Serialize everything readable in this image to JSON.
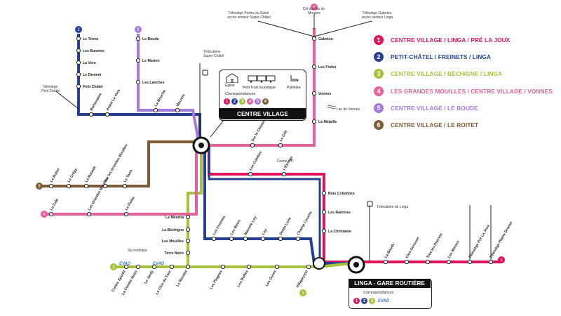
{
  "colors": {
    "line1": "#e2125a",
    "line2": "#243f93",
    "line3": "#a6c23d",
    "line4": "#e85f9c",
    "line5": "#a779e0",
    "line6": "#7e5a35",
    "evad": "#3a7cc3"
  },
  "legend": [
    {
      "num": "1",
      "label": "CENTRE VILLAGE / LINGA / PRÉ LA JOUX",
      "color": "#e2125a"
    },
    {
      "num": "2",
      "label": "PETIT-CHÂTEL / FREINETS / LINGA",
      "color": "#243f93"
    },
    {
      "num": "3",
      "label": "CENTRE VILLAGE / BÉCHIGNE / LINGA",
      "color": "#a6c23d"
    },
    {
      "num": "4",
      "label": "LES GRANDES MOUILLES / CENTRE VILLAGE / VONNES",
      "color": "#e85f9c"
    },
    {
      "num": "5",
      "label": "CENTRE VILLAGE / LE BOUDE",
      "color": "#a779e0"
    },
    {
      "num": "6",
      "label": "CENTRE VILLAGE / LE ROITET",
      "color": "#7e5a35"
    }
  ],
  "hubs": {
    "centre_village": {
      "title": "CENTRE VILLAGE",
      "correspondances": "Correspondances",
      "eglise": "Église",
      "petit_train": "Petit Train touristique",
      "patinoire": "Patinoire",
      "lines": [
        "1",
        "2",
        "3",
        "4",
        "5",
        "6"
      ]
    },
    "linga": {
      "title": "LINGA - GARE ROUTIÈRE",
      "correspondances": "Correspondances",
      "lines": [
        "1",
        "2",
        "3"
      ],
      "evad": "EVAD"
    }
  },
  "lifts": {
    "portes_soleil": "Télésiège Portes du Soleil accès secteur Super-Châtel",
    "col_pas_morgins": "Col du Pas de Morgins",
    "gabelou_lift": "Télésiège Gabelou accès secteur Linga",
    "petit_chatel_lift": "Télésiège Petit Châtel",
    "super_chatel_cable": "Télécabine Super-Châtel",
    "linga_cable": "Télécabine de Linga",
    "lac_vonnes": "Lac de Vonnes",
    "ski_nordique": "Ski nordique",
    "forme_d_o": "Forme d'O"
  },
  "stops": {
    "line2_col": [
      "Le Tenne",
      "Les Buomes",
      "La Vora",
      "Le Dément",
      "Petit Châtel"
    ],
    "line2_row": [
      "Barbossine",
      "Avant La Vora"
    ],
    "line5_col": [
      "Le Boude",
      "Le Marten",
      "Les Lanches"
    ],
    "line5_row": [
      "La Bouche",
      "Macrets"
    ],
    "line4_col": [
      "Gabelou",
      "Les Fioles",
      "Vonnes",
      "La Méjaille"
    ],
    "line4_row": [
      "Sur le Chemin",
      "Le Clôt"
    ],
    "line6_row": [
      "Le Roitet",
      "Le Crêpy",
      "La Rasade",
      "Sur les Grandes Mouilles",
      "Le Tarre"
    ],
    "line4_bottom": [
      "La Cale",
      "Les Grandes Mouilles",
      "Le Fiolaz"
    ],
    "line1_row": [
      "Les Combes",
      "L'Étringa"
    ],
    "linga_col": [
      "Bois Colombes",
      "Les Ramines",
      "La Christanie"
    ],
    "line3_col": [
      "Le Meurba",
      "La Béchigne",
      "Les Mouilles",
      "Terre Noire"
    ],
    "line2_bottom": [
      "Les Freinets",
      "Les Rines",
      "Marcele Loy",
      "Loy",
      "Dents Lune",
      "Champ Couche"
    ],
    "line3_row": [
      "Centre Sportif",
      "La Combe Noire",
      "Le Jardy",
      "Le Clos du Tour",
      "Le Recalet",
      "Les Plagnes",
      "Les Ruffes",
      "Les Gures",
      "Villapeyron"
    ],
    "line1_east": [
      "La Boude",
      "Clos Grosson",
      "Très les Pierrets",
      "Les Moises",
      "Télésiège Pré La Joux",
      "Télésiège Plaine Dranse"
    ]
  },
  "badges": {
    "evad": "EVAD",
    "n1": "1",
    "n2": "2",
    "n3": "3",
    "n4": "4",
    "n5": "5",
    "n6": "6"
  }
}
